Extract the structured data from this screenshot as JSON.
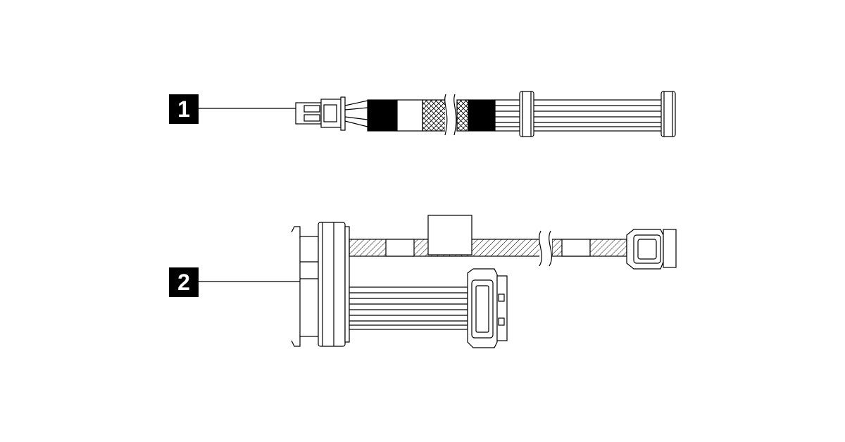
{
  "callouts": [
    {
      "label": "1"
    },
    {
      "label": "2"
    }
  ],
  "colors": {
    "ink": "#000000",
    "background": "#ffffff",
    "hatch": "#000000"
  },
  "parts": [
    {
      "callout": "1",
      "items": [
        "connector-4pin",
        "black-sleeve",
        "white-sleeve",
        "mesh-sleeve",
        "break",
        "mesh-sleeve",
        "black-sleeve",
        "ribbon-cable",
        "ribbon-clip",
        "ribbon-clip"
      ]
    },
    {
      "callout": "2",
      "items": [
        "sas-connector",
        "hatched-cable",
        "label-tag",
        "break",
        "sata-connector",
        "power-ribbon",
        "power-connector"
      ]
    }
  ]
}
